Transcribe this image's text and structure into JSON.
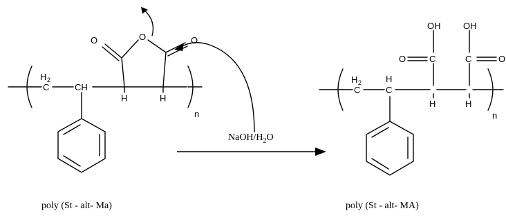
{
  "reactant": {
    "caption": "poly (St - alt- Ma)",
    "atoms": {
      "ring_o": "O",
      "carbonyl_left_o": "O",
      "carbonyl_right_o": "O",
      "ch2_main": "C",
      "ch2_sub": "2",
      "ch2_h": "H",
      "ch": "CH",
      "h_left": "H",
      "h_right": "H",
      "repeat": "n"
    }
  },
  "reagent": {
    "text": "NaOH/H",
    "sub": "2",
    "tail": "O"
  },
  "product": {
    "caption": "poly (St - alt- MA)",
    "atoms": {
      "oh_left": "OH",
      "oh_right": "OH",
      "o_left": "O",
      "o_right": "O",
      "c_left": "C",
      "c_right": "C",
      "ch2_main": "C",
      "ch2_sub": "2",
      "ch2_h": "H",
      "ch_c": "C",
      "ch_h": "H",
      "h_left": "H",
      "h_right": "H",
      "repeat": "n"
    }
  }
}
